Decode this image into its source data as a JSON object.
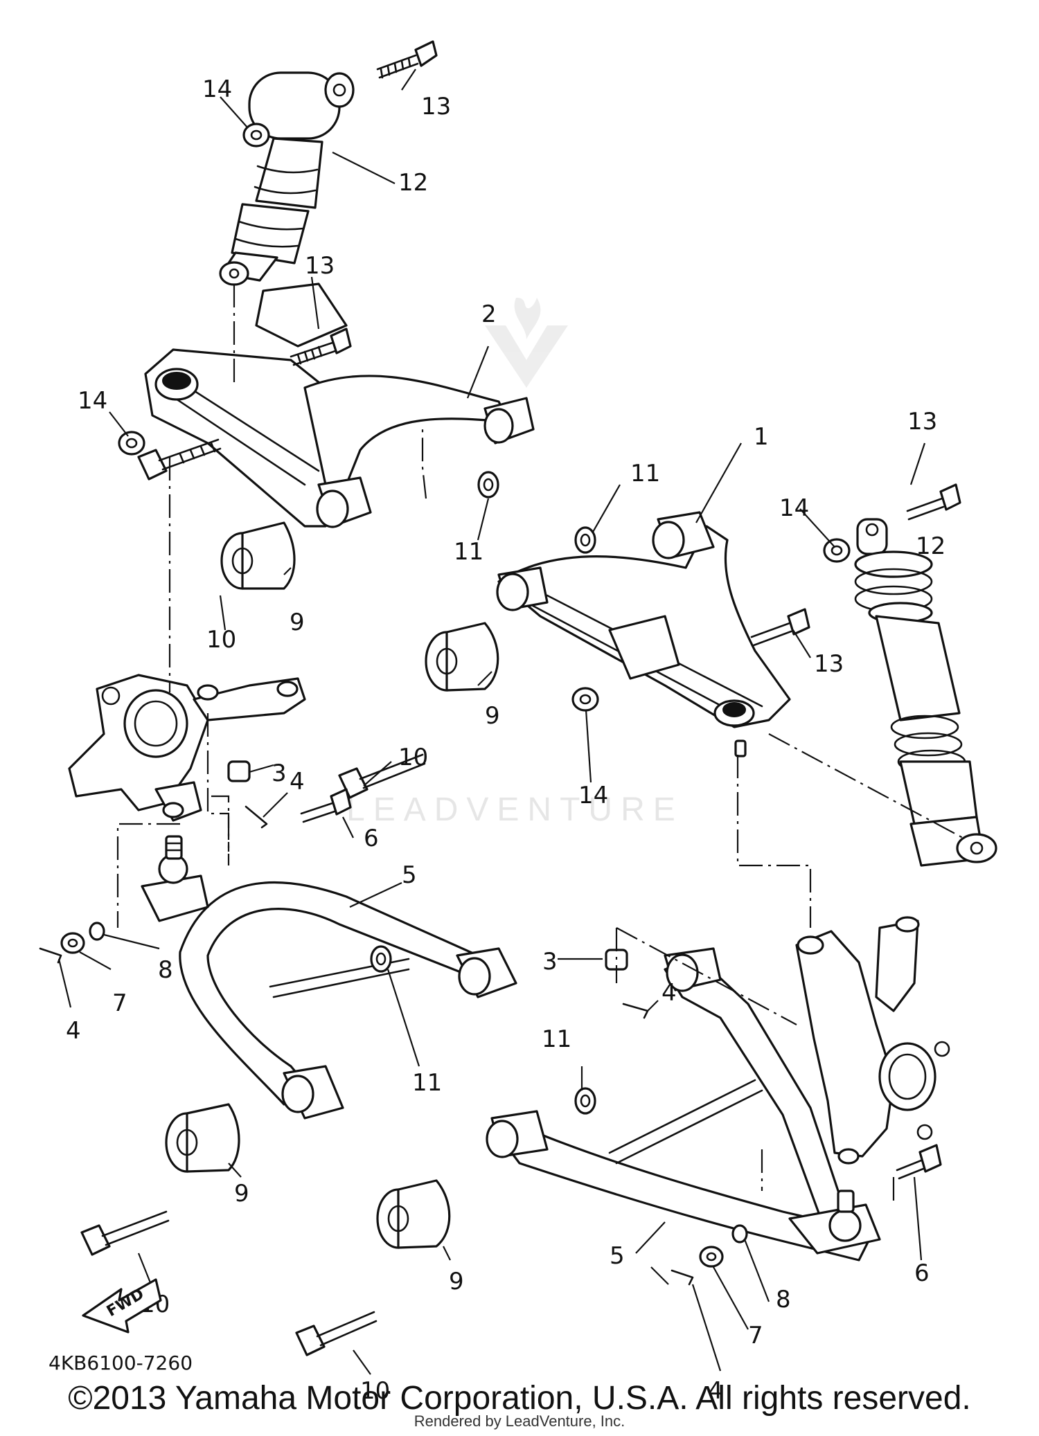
{
  "diagram": {
    "part_code": "4KB6100-7260",
    "fwd_label": "FWD",
    "watermark": "LEADVENTURE",
    "callouts": {
      "arm_upper_right": "1",
      "arm_upper_left": "2",
      "nut_3_left": "3",
      "nut_3_right": "3",
      "pin_4_a": "4",
      "pin_4_b": "4",
      "pin_4_c": "4",
      "pin_4_d": "4",
      "arm_lower_left": "5",
      "arm_lower_right": "5",
      "bolt_6_left": "6",
      "bolt_6_right": "6",
      "nut_7_left": "7",
      "nut_7_right": "7",
      "washer_8_left": "8",
      "washer_8_right": "8",
      "bushing_9_a": "9",
      "bushing_9_b": "9",
      "bushing_9_c": "9",
      "bushing_9_d": "9",
      "bolt_10_a": "10",
      "bolt_10_b": "10",
      "bolt_10_c": "10",
      "bolt_10_d": "10",
      "nut_11_a": "11",
      "nut_11_b": "11",
      "nut_11_c": "11",
      "nut_11_d": "11",
      "shock_12_left": "12",
      "shock_12_right": "12",
      "bolt_13_a": "13",
      "bolt_13_b": "13",
      "bolt_13_c": "13",
      "bolt_13_d": "13",
      "nut_14_a": "14",
      "nut_14_b": "14",
      "nut_14_c": "14",
      "nut_14_d": "14"
    }
  },
  "footer": {
    "copyright": "©2013 Yamaha Motor Corporation, U.S.A. All rights reserved.",
    "rendered_by": "Rendered by LeadVenture, Inc."
  }
}
